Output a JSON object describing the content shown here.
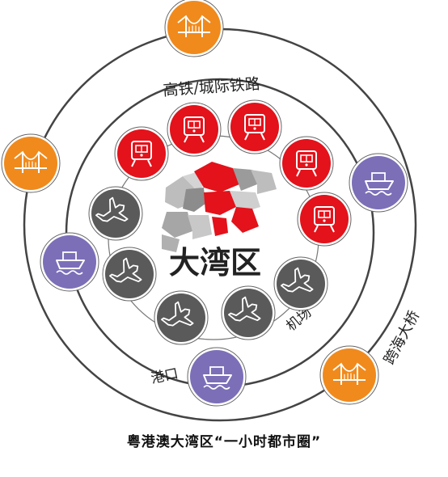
{
  "labels": {
    "center": "大湾区",
    "rail": "高铁/城际铁路",
    "airport": "机场",
    "bridge": "跨海大桥",
    "port": "港口"
  },
  "caption": "粤港澳大湾区“一小时都市圈”",
  "colors": {
    "rail": "#e3121b",
    "airport": "#5a5a5a",
    "port": "#7c6fb8",
    "bridge": "#f08a1c",
    "ring": "#444444"
  },
  "nodes": {
    "inner": [
      {
        "kind": "rail",
        "icon": "train-icon"
      },
      {
        "kind": "rail",
        "icon": "train-icon"
      },
      {
        "kind": "rail",
        "icon": "train-icon"
      },
      {
        "kind": "rail",
        "icon": "train-icon"
      },
      {
        "kind": "rail",
        "icon": "train-icon"
      },
      {
        "kind": "airport",
        "icon": "airplane-icon"
      },
      {
        "kind": "airport",
        "icon": "airplane-icon"
      },
      {
        "kind": "airport",
        "icon": "airplane-icon"
      },
      {
        "kind": "airport",
        "icon": "airplane-icon"
      },
      {
        "kind": "airport",
        "icon": "airplane-icon"
      }
    ],
    "outer": [
      {
        "kind": "bridge",
        "icon": "bridge-icon"
      },
      {
        "kind": "bridge",
        "icon": "bridge-icon"
      },
      {
        "kind": "port",
        "icon": "ship-icon"
      },
      {
        "kind": "port",
        "icon": "ship-icon"
      },
      {
        "kind": "port",
        "icon": "ship-icon"
      },
      {
        "kind": "bridge",
        "icon": "bridge-icon"
      }
    ]
  }
}
